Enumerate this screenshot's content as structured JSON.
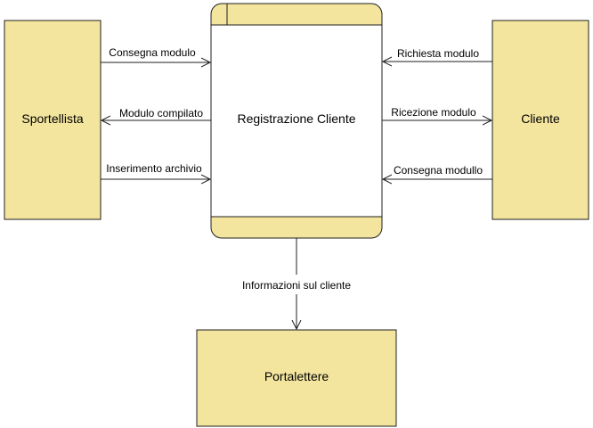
{
  "colors": {
    "shape_fill": "#f3e59e",
    "stroke": "#1f1f1f",
    "process_body": "#ffffff",
    "background": "#ffffff"
  },
  "nodes": {
    "sportellista": "Sportellista",
    "process": "Registrazione Cliente",
    "cliente": "Cliente",
    "portalettere": "Portalettere"
  },
  "edges": {
    "consegna_modulo": "Consegna modulo",
    "modulo_compilato": "Modulo compilato",
    "inserimento_archivio": "Inserimento archivio",
    "richiesta_modulo": "Richiesta modulo",
    "ricezione_modulo": "Ricezione modulo",
    "consegna_modullo": "Consegna modullo",
    "informazioni_cliente": "Informazioni sul cliente"
  }
}
